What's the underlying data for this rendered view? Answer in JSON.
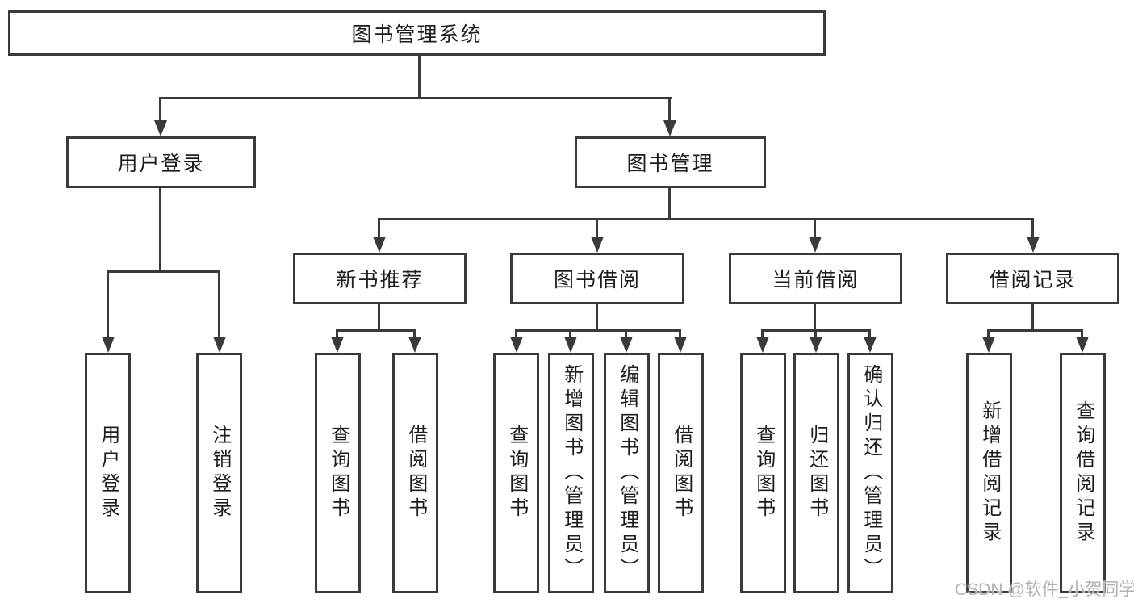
{
  "colors": {
    "line": "#3a3a3a",
    "text": "#1d1d1d",
    "watermark_text": "#b2b2b2",
    "background": "#ffffff"
  },
  "tree": {
    "label": "图书管理系统",
    "children": [
      {
        "label": "用户登录",
        "children": [
          {
            "label": "用户登录"
          },
          {
            "label": "注销登录"
          }
        ]
      },
      {
        "label": "图书管理",
        "children": [
          {
            "label": "新书推荐",
            "children": [
              {
                "label": "查询图书"
              },
              {
                "label": "借阅图书"
              }
            ]
          },
          {
            "label": "图书借阅",
            "children": [
              {
                "label": "查询图书"
              },
              {
                "label": "新增图书（管理员）"
              },
              {
                "label": "编辑图书（管理员）"
              },
              {
                "label": "借阅图书"
              }
            ]
          },
          {
            "label": "当前借阅",
            "children": [
              {
                "label": "查询图书"
              },
              {
                "label": "归还图书"
              },
              {
                "label": "确认归还（管理员）"
              }
            ]
          },
          {
            "label": "借阅记录",
            "children": [
              {
                "label": "新增借阅记录"
              },
              {
                "label": "查询借阅记录"
              }
            ]
          }
        ]
      }
    ]
  },
  "watermark": {
    "text": "CSDN @软件_小贺同学"
  }
}
